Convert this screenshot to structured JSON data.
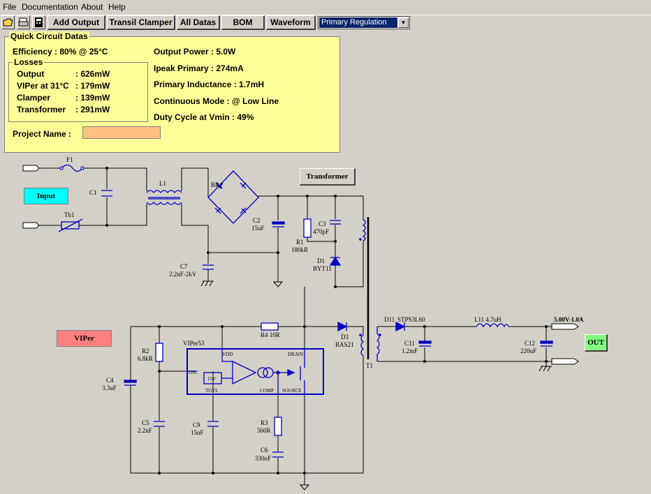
{
  "menu": [
    "File",
    "Documentation",
    "About",
    "Help"
  ],
  "toolbar": {
    "buttons": [
      "Add Output",
      "Transil Clamper",
      "All Datas",
      "BOM",
      "Waveform"
    ],
    "regulation_select": "Primary Regulation"
  },
  "quick_data": {
    "title": "Quick Circuit Datas",
    "efficiency": "Efficiency : 80% @ 25°C",
    "losses_title": "Losses",
    "losses": [
      {
        "label": "Output",
        "value": ": 626mW"
      },
      {
        "label": "VIPer at 31°C",
        "value": ": 179mW"
      },
      {
        "label": "Clamper",
        "value": ": 139mW"
      },
      {
        "label": "Transformer",
        "value": ": 291mW"
      }
    ],
    "project_label": "Project Name :",
    "project_value": "",
    "right_lines": [
      "Output Power : 5.0W",
      "Ipeak Primary : 274mA",
      "Primary Inductance : 1.7mH",
      "Continuous Mode : @ Low Line",
      "Duty Cycle at Vmin : 49%"
    ]
  },
  "schematic": {
    "buttons": {
      "input": "Input",
      "transformer": "Transformer",
      "viper": "VIPer",
      "out": "OUT"
    },
    "components": {
      "f1": "F1",
      "c1": "C1",
      "l1": "L1",
      "th1": "Th1",
      "br1": "BR1",
      "c2": "C2",
      "c2v": "15uF",
      "c7": "C7",
      "c7v": "2.2nF-2kV",
      "r1": "R1",
      "r1v": "180kR",
      "c3": "C3",
      "c3v": "470pF",
      "d1": "D1",
      "d1v": "BYT11",
      "d11": "D11",
      "d11v": "STPS3L60",
      "l11": "L11 4.7uH",
      "c11": "C11",
      "c11v": "1.2mF",
      "c12": "C12",
      "c12v": "220uF",
      "out_rating": "5.00V-1.0A",
      "r4": "R4 10R",
      "d3": "D3",
      "d3v": "BAS21",
      "t1": "T1",
      "r2": "R2",
      "r2v": "6.8kR",
      "c4": "C4",
      "c4v": "3.3uF",
      "c5": "C5",
      "c5v": "2.2nF",
      "c9": "C9",
      "c9v": "15nF",
      "r3": "R3",
      "r3v": "560R",
      "c6": "C6",
      "c6v": "330nF",
      "ic": "VIPer53",
      "ic_vdd": "VDD",
      "ic_drain": "DRAIN",
      "ic_osc": "OSC",
      "ic_15v": "15V",
      "ic_tovl": "TOVL",
      "ic_comp": "COMP",
      "ic_source": "SOURCE"
    }
  },
  "colors": {
    "wire": "#000000",
    "component": "#0000c0",
    "panel": "#ffff99",
    "input_btn": "#00ffff",
    "viper_btn": "#ff8080",
    "out_btn": "#80ff80"
  }
}
